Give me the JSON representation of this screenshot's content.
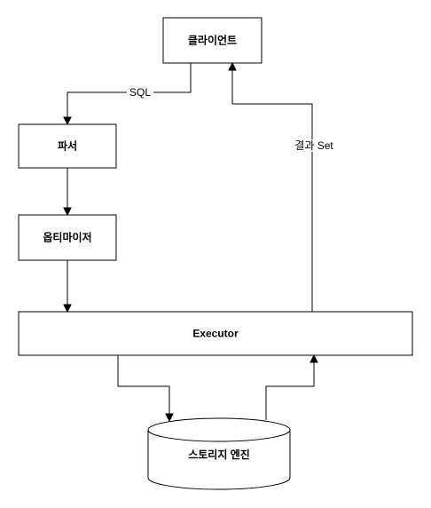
{
  "nodes": {
    "client": "클라이언트",
    "parser": "파서",
    "optimizer": "옵티마이저",
    "executor": "Executor",
    "storage": "스토리지 엔진"
  },
  "edges": {
    "client_to_parser": "SQL",
    "executor_to_client": "결과 Set"
  }
}
